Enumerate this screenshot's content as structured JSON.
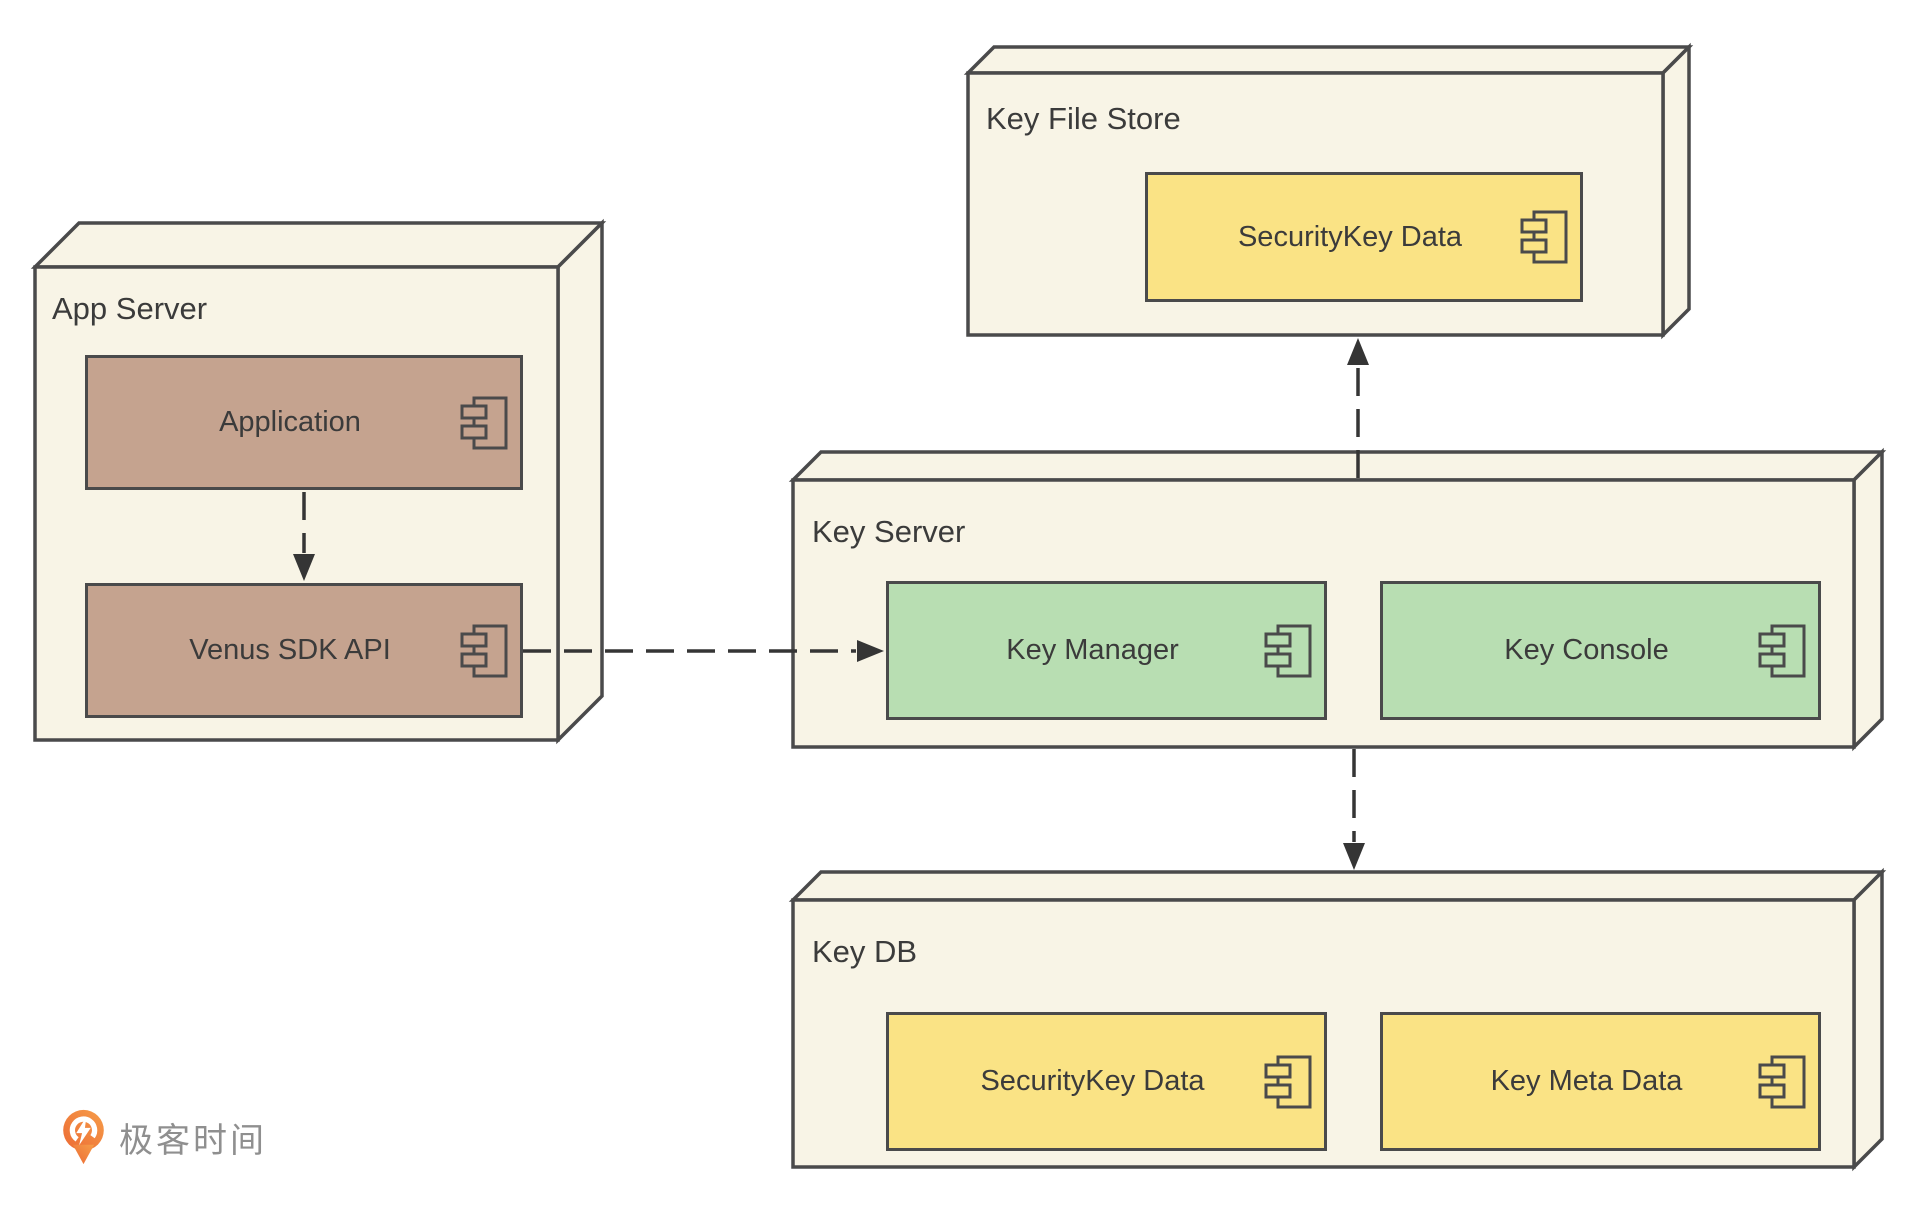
{
  "diagram": {
    "type": "uml-deployment-diagram",
    "nodes": [
      {
        "id": "app-server",
        "title": "App Server",
        "components": [
          {
            "label": "Application",
            "color": "#c5a38f"
          },
          {
            "label": "Venus SDK API",
            "color": "#c5a38f"
          }
        ]
      },
      {
        "id": "key-file-store",
        "title": "Key File Store",
        "components": [
          {
            "label": "SecurityKey Data",
            "color": "#fae385"
          }
        ]
      },
      {
        "id": "key-server",
        "title": "Key Server",
        "components": [
          {
            "label": "Key Manager",
            "color": "#b8deb2"
          },
          {
            "label": "Key Console",
            "color": "#b8deb2"
          }
        ]
      },
      {
        "id": "key-db",
        "title": "Key DB",
        "components": [
          {
            "label": "SecurityKey Data",
            "color": "#fae385"
          },
          {
            "label": "Key Meta Data",
            "color": "#fae385"
          }
        ]
      }
    ],
    "connections": [
      {
        "from": "Application",
        "to": "Venus SDK API",
        "style": "dashed-arrow",
        "direction": "down"
      },
      {
        "from": "Venus SDK API",
        "to": "Key Manager",
        "style": "dashed-arrow",
        "direction": "right"
      },
      {
        "from": "Key Server",
        "to": "Key File Store / SecurityKey Data",
        "style": "dashed-arrow",
        "direction": "up"
      },
      {
        "from": "Key Server",
        "to": "Key DB",
        "style": "dashed-arrow",
        "direction": "down"
      }
    ],
    "colors": {
      "node_fill": "#f8f4e6",
      "node_border": "#4a4a4b",
      "component_brown": "#c5a38f",
      "component_green": "#b8deb2",
      "component_yellow": "#fae385",
      "arrow": "#353535",
      "text": "#3b3b3b"
    }
  },
  "branding": {
    "logo_text": "极客时间",
    "logo_orange": "#ee7038",
    "logo_text_color": "#8f8f8f"
  }
}
